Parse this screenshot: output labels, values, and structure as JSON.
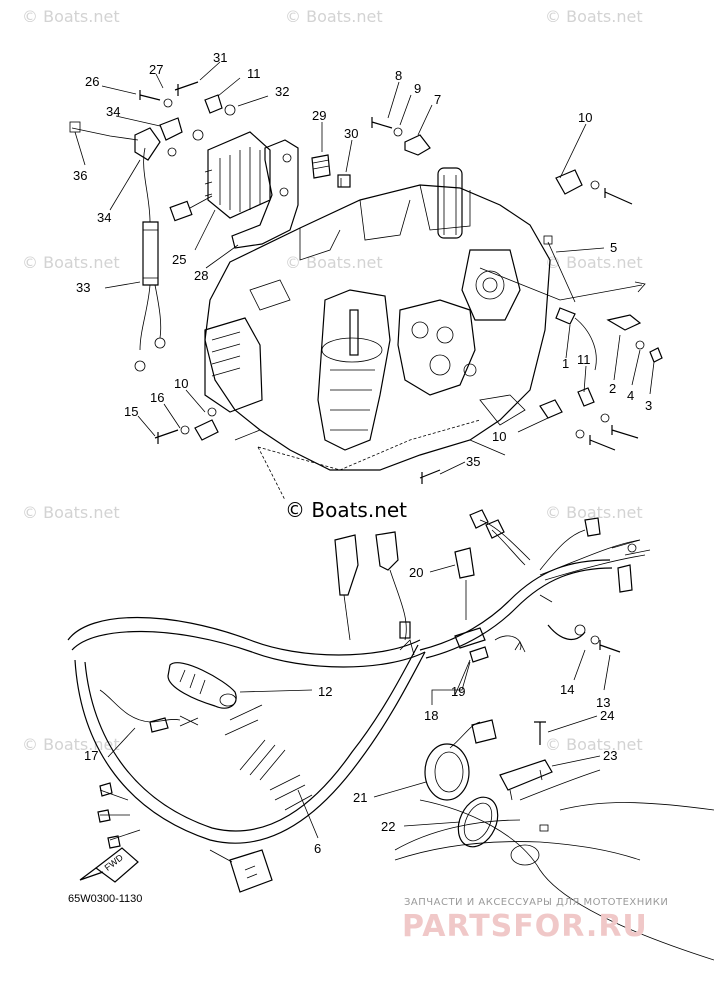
{
  "watermarks": [
    "© Boats.net",
    "© Boats.net",
    "© Boats.net",
    "© Boats.net",
    "© Boats.net",
    "© Boats.net",
    "© Boats.net",
    "© Boats.net",
    "© Boats.net",
    "© Boats.net",
    "© Boats.net"
  ],
  "callouts": [
    "31",
    "27",
    "11",
    "26",
    "32",
    "34",
    "36",
    "34",
    "25",
    "28",
    "33",
    "29",
    "30",
    "8",
    "9",
    "7",
    "10",
    "5",
    "1",
    "11",
    "2",
    "4",
    "3",
    "10",
    "16",
    "15",
    "10",
    "35",
    "20",
    "19",
    "18",
    "14",
    "13",
    "12",
    "17",
    "6",
    "21",
    "22",
    "24",
    "23"
  ],
  "labels": {
    "fwd": "FWD",
    "drawing_code": "65W0300-1130"
  },
  "branding": {
    "tagline": "ЗАПЧАСТИ И АКСЕССУАРЫ ДЛЯ МОТОТЕХНИКИ",
    "name": "PARTSFOR.RU"
  }
}
